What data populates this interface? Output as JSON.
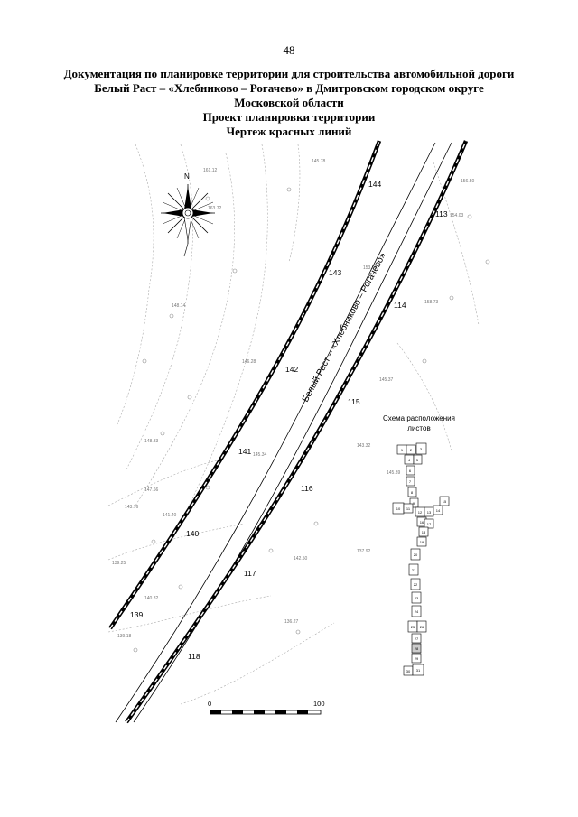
{
  "page": {
    "number": "48"
  },
  "header": {
    "lines": [
      "Документация по планировке территории для строительства автомобильной дороги",
      "Белый Раст – «Хлебниково – Рогачево» в Дмитровском городском округе",
      "Московской области",
      "Проект планировки территории",
      "Чертеж красных линий"
    ]
  },
  "map": {
    "road_name": "Белый Раст – «Хлебниково – Рогачево»",
    "north_label": "N",
    "left_points": [
      "139",
      "140",
      "141",
      "142",
      "143",
      "144"
    ],
    "right_points": [
      "113",
      "114",
      "115",
      "116",
      "117",
      "118"
    ],
    "elevation_labels": [
      "161.12",
      "163.72",
      "156.50",
      "154.03",
      "153.08",
      "158.73",
      "148.14",
      "146.28",
      "145.37",
      "148.33",
      "145.34",
      "143.32",
      "147.66",
      "145.39",
      "143.76",
      "141.40",
      "139.25",
      "137.92",
      "142.50",
      "139.18",
      "136.27",
      "140.82",
      "145.78"
    ]
  },
  "scale_bar": {
    "start_label": "0",
    "end_label": "100"
  },
  "inset": {
    "title_line1": "Схема расположения",
    "title_line2": "листов",
    "sheets": [
      "1",
      "2",
      "3",
      "4",
      "5",
      "6",
      "7",
      "8",
      "9",
      "10",
      "11",
      "12",
      "13",
      "14",
      "15",
      "16",
      "17",
      "18",
      "19",
      "20",
      "21",
      "22",
      "23",
      "24",
      "25",
      "26",
      "27",
      "28",
      "29",
      "30",
      "31"
    ]
  }
}
